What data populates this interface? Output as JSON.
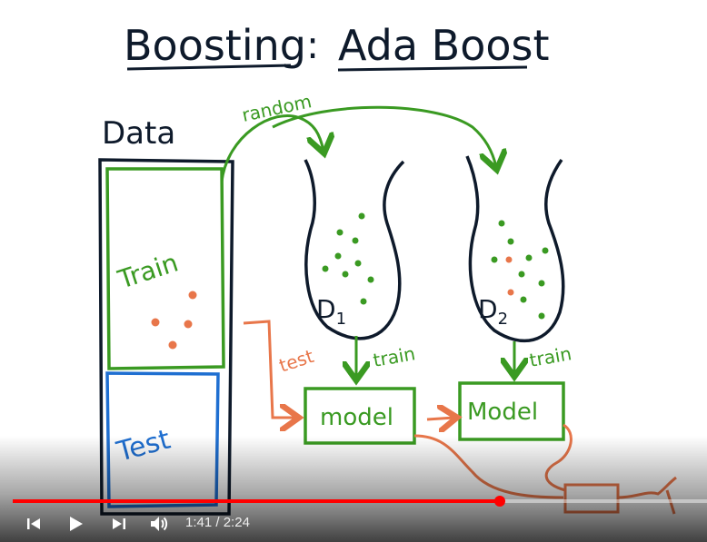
{
  "diagram": {
    "title_left": "Boosting",
    "title_colon": ":",
    "title_right": "Ada Boost",
    "data_label": "Data",
    "train_label": "Train",
    "test_label": "Test",
    "random_label": "random",
    "test_arrow_label": "test",
    "d1_label": "D",
    "d1_sub": "1",
    "d2_label": "D",
    "d2_sub": "2",
    "train_arrow_1": "train",
    "train_arrow_2": "train",
    "model_1": "model",
    "model_2": "Model",
    "colors": {
      "ink": "#0e1a2b",
      "green": "#3a9a22",
      "blue": "#1f6fd1",
      "orange": "#e8764a"
    }
  },
  "player": {
    "time_current": "1:41",
    "time_separator": " / ",
    "time_total": "2:24",
    "progress": 0.7014,
    "icons": [
      "previous-icon",
      "play-icon",
      "next-icon",
      "volume-icon"
    ],
    "accent": "#ff0000"
  }
}
